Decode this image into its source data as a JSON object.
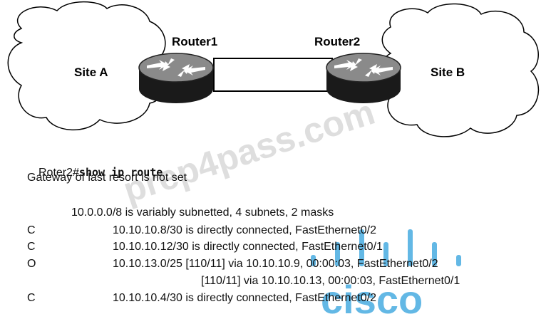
{
  "diagram": {
    "site_a_label": "Site A",
    "site_b_label": "Site B",
    "router1_label": "Router1",
    "router2_label": "Router2"
  },
  "cli": {
    "prompt": "Roter2#",
    "command": "show ip route",
    "gateway_line": "Gateway of last resort is not set",
    "subnet_summary": "10.0.0.0/8 is variably subnetted, 4 subnets, 2 masks",
    "routes": [
      {
        "code": "C",
        "text": "10.10.10.8/30 is directly connected, FastEthernet0/2"
      },
      {
        "code": "C",
        "text": "10.10.10.12/30 is directly connected, FastEthernet0/1"
      },
      {
        "code": "O",
        "text": "10.10.13.0/25 [110/11] via 10.10.10.9, 00:00:03, FastEthernet0/2"
      },
      {
        "code": "",
        "text": "[110/11] via 10.10.10.13, 00:00:03, FastEthernet0/1"
      },
      {
        "code": "C",
        "text": "10.10.10.4/30 is directly connected, FastEthernet0/2"
      }
    ]
  },
  "watermark": {
    "site_text": "prep4pass.com",
    "logo_text": "cisco",
    "logo_color": "#3ca6de"
  },
  "colors": {
    "router_top": "#8a8a8a",
    "router_body": "#1a1a1a",
    "link": "#000000"
  }
}
